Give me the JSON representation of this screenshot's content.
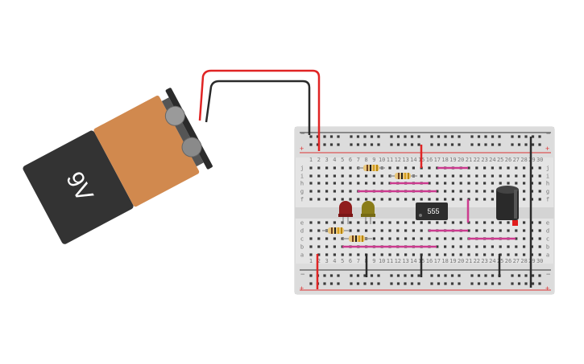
{
  "battery": {
    "label": "9V",
    "body_color": "#333333",
    "cap_color": "#d1894e"
  },
  "ic": {
    "label": "555"
  },
  "breadboard": {
    "rail_top_minus": "−",
    "rail_top_plus": "+",
    "rail_bottom_minus": "−",
    "rail_bottom_plus": "+",
    "row_letters_top": [
      "j",
      "i",
      "h",
      "g",
      "f"
    ],
    "row_letters_bottom": [
      "e",
      "d",
      "c",
      "b",
      "a"
    ],
    "column_numbers_shown": [
      "1",
      "2",
      "3",
      "4",
      "5",
      "6",
      "7",
      "8",
      "9",
      "10",
      "11",
      "12",
      "13",
      "14",
      "15",
      "16",
      "17",
      "18",
      "19",
      "20",
      "21",
      "22",
      "23",
      "24",
      "25",
      "26",
      "27",
      "28",
      "29",
      "30"
    ]
  },
  "components": {
    "led_red": "red-led",
    "led_yellow": "yellow-led",
    "capacitor": "electrolytic-capacitor",
    "resistors": [
      "resistor-1",
      "resistor-2",
      "resistor-3",
      "resistor-4"
    ]
  },
  "colors": {
    "wire_red": "#e02424",
    "wire_black": "#2a2a2a",
    "wire_magenta": "#cc3b8f",
    "board": "#e6e6e6",
    "hole": "#3a3a3a"
  }
}
